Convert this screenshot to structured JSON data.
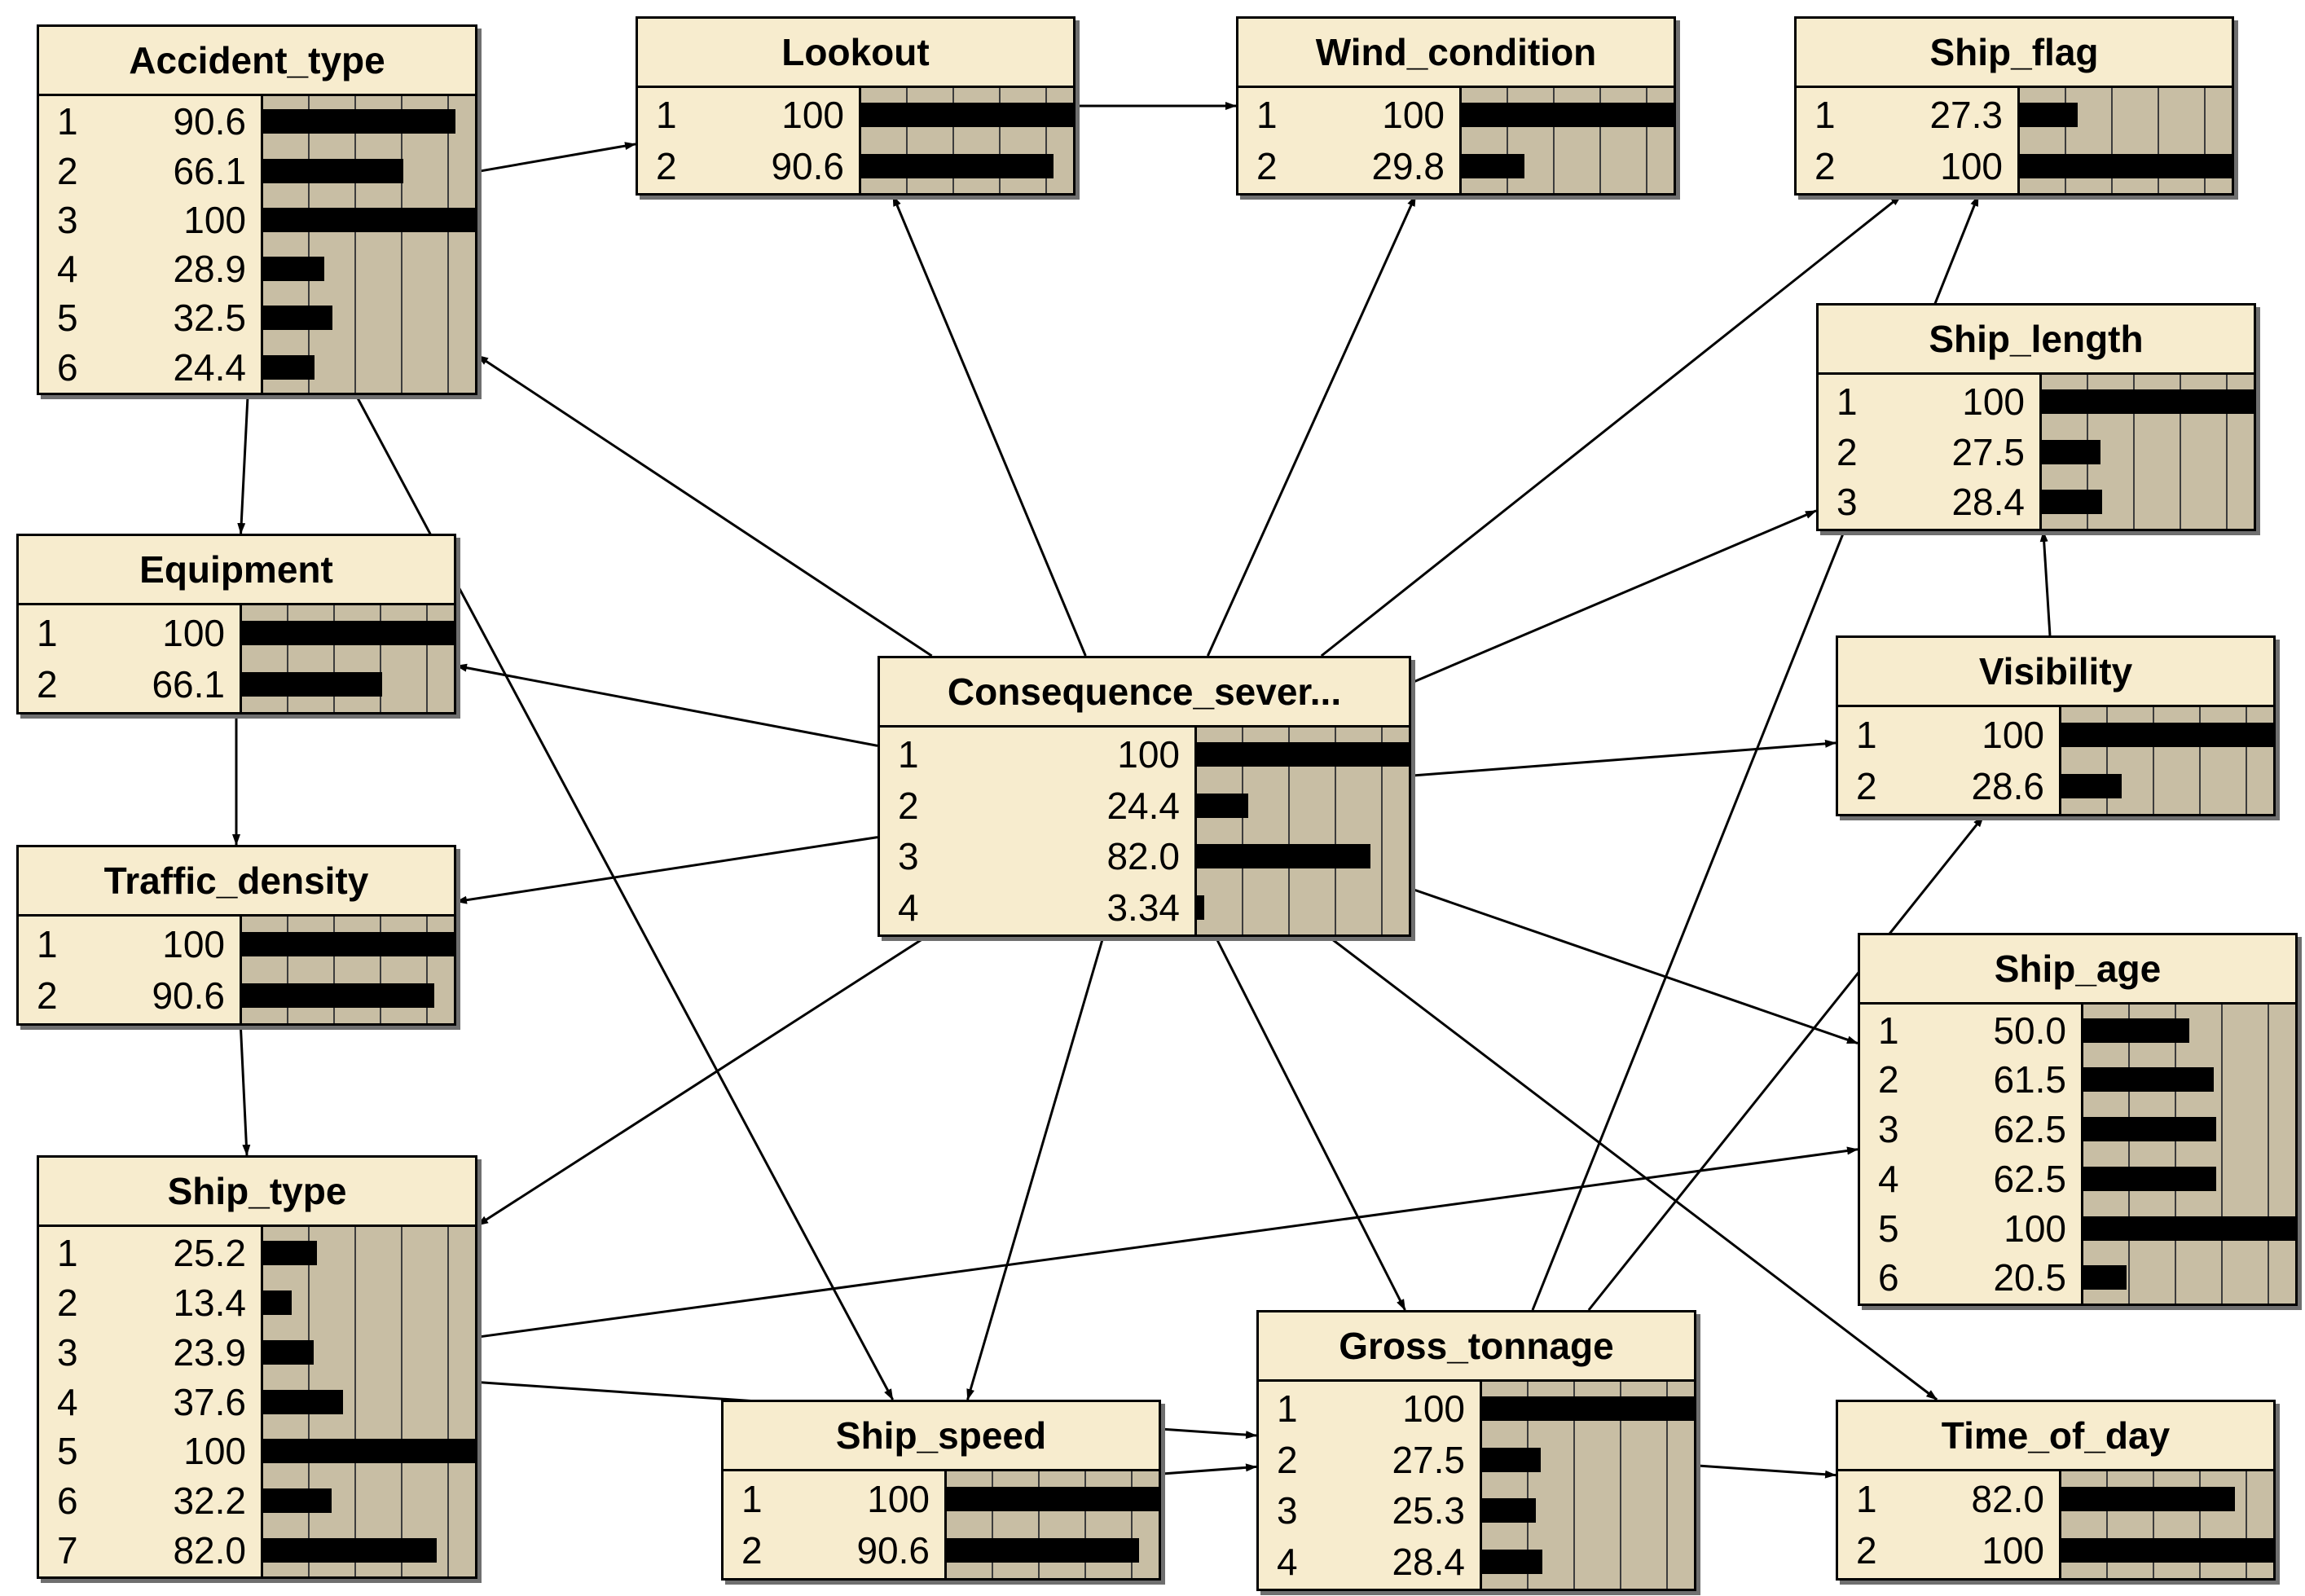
{
  "colors": {
    "node_fill": "#f7ecce",
    "bar_area": "#c8bea4",
    "bar": "#000000",
    "edge": "#000000",
    "shadow": "#6f6f6f"
  },
  "nodes": [
    {
      "id": "Accident_type",
      "title": "Accident_type",
      "states": [
        {
          "s": "1",
          "v": "90.6"
        },
        {
          "s": "2",
          "v": "66.1"
        },
        {
          "s": "3",
          "v": "100"
        },
        {
          "s": "4",
          "v": "28.9"
        },
        {
          "s": "5",
          "v": "32.5"
        },
        {
          "s": "6",
          "v": "24.4"
        }
      ]
    },
    {
      "id": "Lookout",
      "title": "Lookout",
      "states": [
        {
          "s": "1",
          "v": "100"
        },
        {
          "s": "2",
          "v": "90.6"
        }
      ]
    },
    {
      "id": "Wind_condition",
      "title": "Wind_condition",
      "states": [
        {
          "s": "1",
          "v": "100"
        },
        {
          "s": "2",
          "v": "29.8"
        }
      ]
    },
    {
      "id": "Ship_flag",
      "title": "Ship_flag",
      "states": [
        {
          "s": "1",
          "v": "27.3"
        },
        {
          "s": "2",
          "v": "100"
        }
      ]
    },
    {
      "id": "Ship_length",
      "title": "Ship_length",
      "states": [
        {
          "s": "1",
          "v": "100"
        },
        {
          "s": "2",
          "v": "27.5"
        },
        {
          "s": "3",
          "v": "28.4"
        }
      ]
    },
    {
      "id": "Equipment",
      "title": "Equipment",
      "states": [
        {
          "s": "1",
          "v": "100"
        },
        {
          "s": "2",
          "v": "66.1"
        }
      ]
    },
    {
      "id": "Consequence_severity",
      "title": "Consequence_sever...",
      "states": [
        {
          "s": "1",
          "v": "100"
        },
        {
          "s": "2",
          "v": "24.4"
        },
        {
          "s": "3",
          "v": "82.0"
        },
        {
          "s": "4",
          "v": "3.34"
        }
      ]
    },
    {
      "id": "Visibility",
      "title": "Visibility",
      "states": [
        {
          "s": "1",
          "v": "100"
        },
        {
          "s": "2",
          "v": "28.6"
        }
      ]
    },
    {
      "id": "Traffic_density",
      "title": "Traffic_density",
      "states": [
        {
          "s": "1",
          "v": "100"
        },
        {
          "s": "2",
          "v": "90.6"
        }
      ]
    },
    {
      "id": "Ship_age",
      "title": "Ship_age",
      "states": [
        {
          "s": "1",
          "v": "50.0"
        },
        {
          "s": "2",
          "v": "61.5"
        },
        {
          "s": "3",
          "v": "62.5"
        },
        {
          "s": "4",
          "v": "62.5"
        },
        {
          "s": "5",
          "v": "100"
        },
        {
          "s": "6",
          "v": "20.5"
        }
      ]
    },
    {
      "id": "Ship_type",
      "title": "Ship_type",
      "states": [
        {
          "s": "1",
          "v": "25.2"
        },
        {
          "s": "2",
          "v": "13.4"
        },
        {
          "s": "3",
          "v": "23.9"
        },
        {
          "s": "4",
          "v": "37.6"
        },
        {
          "s": "5",
          "v": "100"
        },
        {
          "s": "6",
          "v": "32.2"
        },
        {
          "s": "7",
          "v": "82.0"
        }
      ]
    },
    {
      "id": "Gross_tonnage",
      "title": "Gross_tonnage",
      "states": [
        {
          "s": "1",
          "v": "100"
        },
        {
          "s": "2",
          "v": "27.5"
        },
        {
          "s": "3",
          "v": "25.3"
        },
        {
          "s": "4",
          "v": "28.4"
        }
      ]
    },
    {
      "id": "Ship_speed",
      "title": "Ship_speed",
      "states": [
        {
          "s": "1",
          "v": "100"
        },
        {
          "s": "2",
          "v": "90.6"
        }
      ]
    },
    {
      "id": "Time_of_day",
      "title": "Time_of_day",
      "states": [
        {
          "s": "1",
          "v": "82.0"
        },
        {
          "s": "2",
          "v": "100"
        }
      ]
    }
  ],
  "edges": [
    {
      "from": "Consequence_severity",
      "to": "Accident_type"
    },
    {
      "from": "Consequence_severity",
      "to": "Lookout"
    },
    {
      "from": "Consequence_severity",
      "to": "Wind_condition"
    },
    {
      "from": "Consequence_severity",
      "to": "Ship_flag"
    },
    {
      "from": "Consequence_severity",
      "to": "Ship_length"
    },
    {
      "from": "Consequence_severity",
      "to": "Equipment"
    },
    {
      "from": "Consequence_severity",
      "to": "Visibility"
    },
    {
      "from": "Consequence_severity",
      "to": "Traffic_density"
    },
    {
      "from": "Consequence_severity",
      "to": "Ship_age"
    },
    {
      "from": "Consequence_severity",
      "to": "Ship_type"
    },
    {
      "from": "Consequence_severity",
      "to": "Gross_tonnage"
    },
    {
      "from": "Consequence_severity",
      "to": "Ship_speed"
    },
    {
      "from": "Consequence_severity",
      "to": "Time_of_day"
    },
    {
      "from": "Accident_type",
      "to": "Lookout"
    },
    {
      "from": "Accident_type",
      "to": "Equipment"
    },
    {
      "from": "Accident_type",
      "to": "Ship_speed"
    },
    {
      "from": "Equipment",
      "to": "Traffic_density"
    },
    {
      "from": "Traffic_density",
      "to": "Ship_type"
    },
    {
      "from": "Lookout",
      "to": "Wind_condition"
    },
    {
      "from": "Ship_type",
      "to": "Ship_age"
    },
    {
      "from": "Ship_type",
      "to": "Gross_tonnage"
    },
    {
      "from": "Ship_speed",
      "to": "Gross_tonnage"
    },
    {
      "from": "Gross_tonnage",
      "to": "Time_of_day"
    },
    {
      "from": "Gross_tonnage",
      "to": "Ship_flag"
    },
    {
      "from": "Gross_tonnage",
      "to": "Visibility"
    },
    {
      "from": "Visibility",
      "to": "Ship_length"
    }
  ]
}
